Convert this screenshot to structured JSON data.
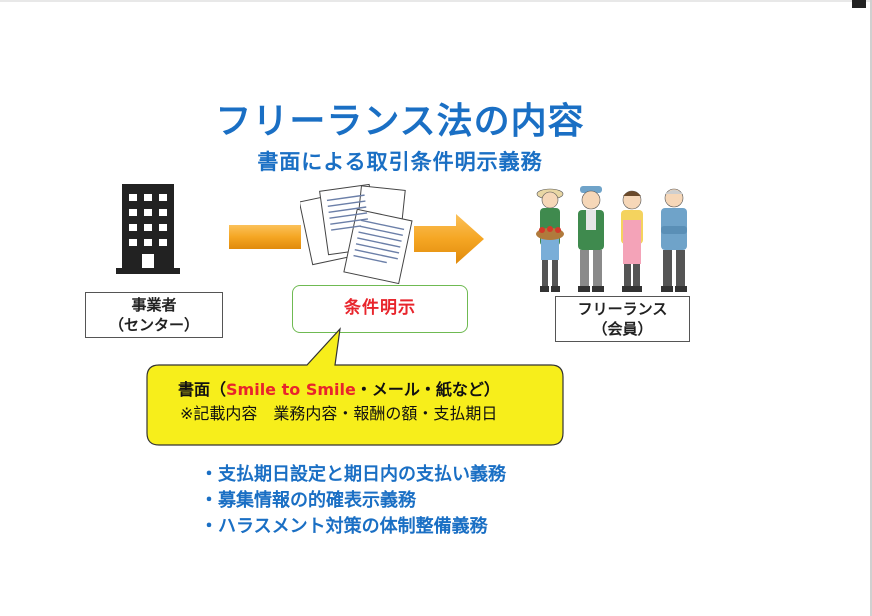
{
  "header": {
    "title": "フリーランス法の内容",
    "subtitle": "書面による取引条件明示義務"
  },
  "left_box": {
    "line1": "事業者",
    "line2": "（センター）"
  },
  "right_box": {
    "line1": "フリーランス",
    "line2": "（会員）"
  },
  "condition_label": "条件明示",
  "callout": {
    "line1_prefix": "書面（",
    "line1_highlight": "Smile to Smile",
    "line1_suffix": "・メール・紙など）",
    "line2": "※記載内容　業務内容・報酬の額・支払期日"
  },
  "bullets": [
    "支払期日設定と期日内の支払い義務",
    "募集情報の的確表示義務",
    "ハラスメント対策の体制整備義務"
  ],
  "colors": {
    "title_blue": "#1a6fc4",
    "accent_red": "#e8252c",
    "callout_yellow": "#f7ee1b",
    "arrow_orange": "#f5a623",
    "condition_border_green": "#6fba52"
  },
  "icons": [
    "office-building-icon",
    "documents-icon",
    "freelancers-people-icon",
    "right-arrow-icon"
  ]
}
